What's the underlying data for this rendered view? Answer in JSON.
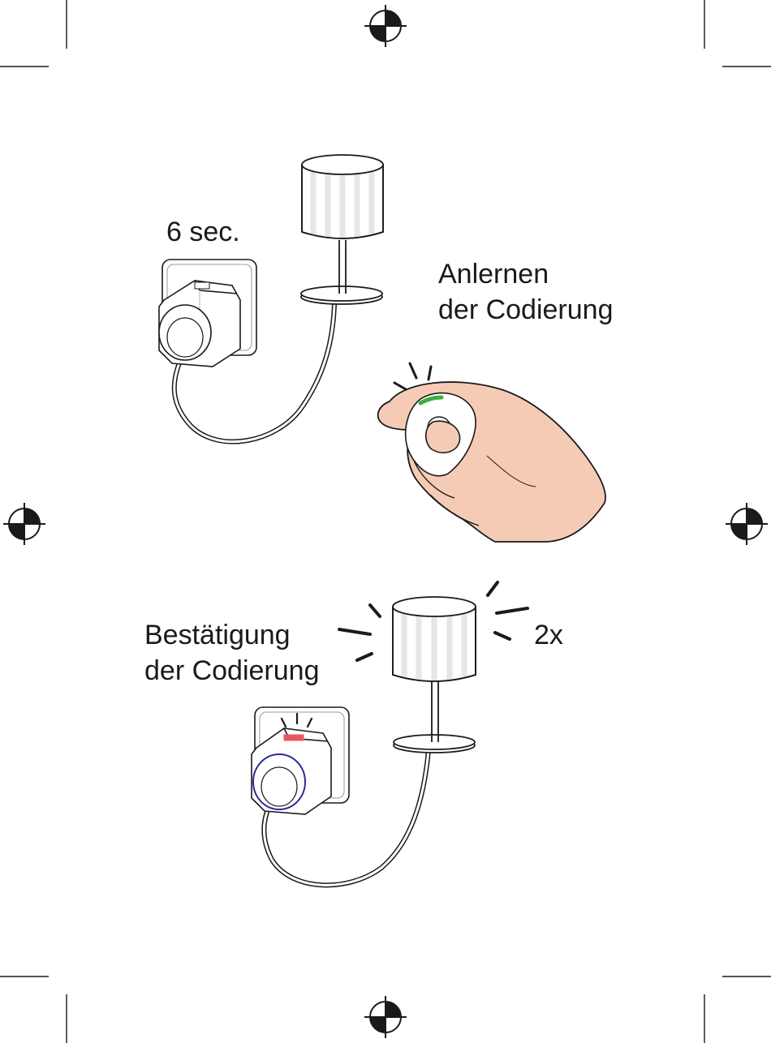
{
  "step1": {
    "duration_label": "6 sec.",
    "action_label": [
      "Anlernen",
      "der Codierung"
    ]
  },
  "step2": {
    "action_label": [
      "Bestätigung",
      "der Codierung"
    ],
    "blink_count_label": "2x"
  },
  "colors": {
    "line": "#1a1a1a",
    "skin": "#f6cbb5",
    "remote_led": "#3cb043",
    "plug_led": "#e8585e",
    "plug_ring": "#2b2b9c",
    "shade_stripe": "#ececec"
  },
  "icons": [
    "registration-mark-icon",
    "lamp-icon",
    "plug-adapter-icon",
    "hand-remote-icon",
    "blink-rays-icon"
  ]
}
